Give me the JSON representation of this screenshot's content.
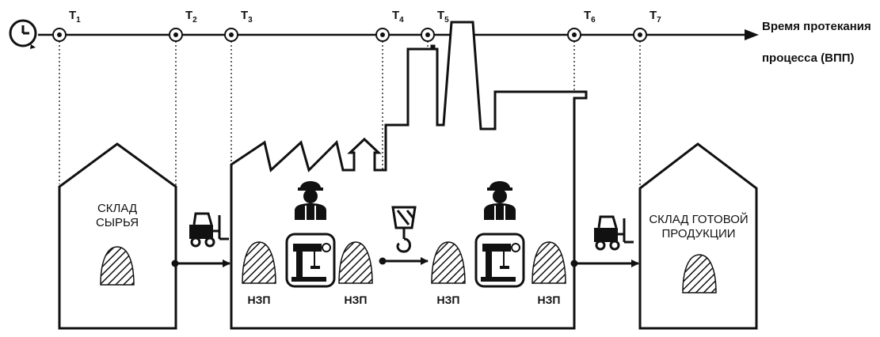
{
  "timeline": {
    "axis_label_line1": "Время протекания",
    "axis_label_line2": "процесса (ВПП)",
    "markers": [
      {
        "letter": "T",
        "sub": "1"
      },
      {
        "letter": "T",
        "sub": "2"
      },
      {
        "letter": "T",
        "sub": "3"
      },
      {
        "letter": "T",
        "sub": "4"
      },
      {
        "letter": "T",
        "sub": "5"
      },
      {
        "letter": "T",
        "sub": "6"
      },
      {
        "letter": "T",
        "sub": "7"
      }
    ]
  },
  "warehouse_raw": {
    "line1": "СКЛАД",
    "line2": "СЫРЬЯ"
  },
  "warehouse_finished": {
    "line1": "СКЛАД ГОТОВОЙ",
    "line2": "ПРОДУКЦИИ"
  },
  "wip_labels": [
    "НЗП",
    "НЗП",
    "НЗП",
    "НЗП"
  ],
  "icons": {
    "clock": "clock-icon",
    "forklift": "forklift-icon",
    "crane_hook": "crane-hook-icon",
    "worker": "worker-icon",
    "machine": "drill-press-icon",
    "pile": "material-pile-icon"
  },
  "colors": {
    "ink": "#111111",
    "background": "#ffffff"
  }
}
